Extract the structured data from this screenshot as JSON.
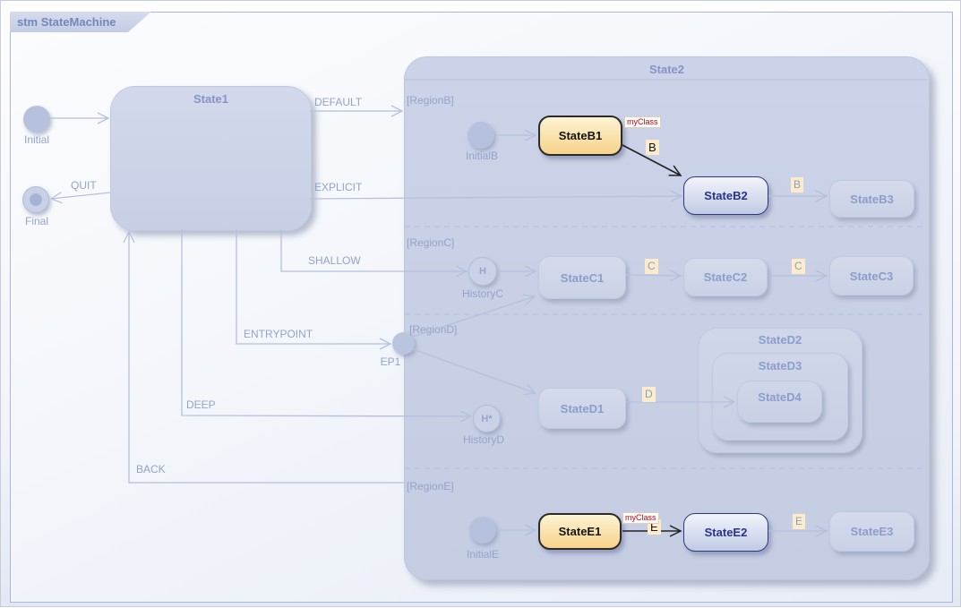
{
  "frame": {
    "title": "stm StateMachine"
  },
  "nodes": {
    "initial": "Initial",
    "final": "Final",
    "state1": "State1",
    "state2": "State2"
  },
  "transitions": {
    "default": "DEFAULT",
    "explicit": "EXPLICIT",
    "quit": "QUIT",
    "shallow": "SHALLOW",
    "entrypoint": "ENTRYPOINT",
    "deep": "DEEP",
    "back": "BACK"
  },
  "regionB": {
    "label": "[RegionB]",
    "initial": "InitialB",
    "stateB1": "StateB1",
    "stateB2": "StateB2",
    "stateB3": "StateB3",
    "stereotype": "myClass",
    "trigger1": "B",
    "trigger2": "B"
  },
  "regionC": {
    "label": "[RegionC]",
    "history": "HistoryC",
    "historyGlyph": "H",
    "stateC1": "StateC1",
    "stateC2": "StateC2",
    "stateC3": "StateC3",
    "trigger1": "C",
    "trigger2": "C"
  },
  "regionD": {
    "label": "[RegionD]",
    "entryPoint": "EP1",
    "history": "HistoryD",
    "historyGlyph": "H*",
    "stateD1": "StateD1",
    "stateD2": "StateD2",
    "stateD3": "StateD3",
    "stateD4": "StateD4",
    "trigger1": "D"
  },
  "regionE": {
    "label": "[RegionE]",
    "initial": "InitialE",
    "stateE1": "StateE1",
    "stateE2": "StateE2",
    "stateE3": "StateE3",
    "stereotype": "myClass",
    "trigger1": "E",
    "trigger2": "E"
  },
  "colors": {
    "accentBlueText": "#8b9dc9",
    "fadedLine": "#b4c0dc",
    "activeLine": "#222222",
    "highlightOrangeFill": "#f7d28a",
    "highlightNavyBorder": "#2c3a85",
    "stereotypeRed": "#c00024",
    "triggerChipBg": "#fcecc9"
  }
}
